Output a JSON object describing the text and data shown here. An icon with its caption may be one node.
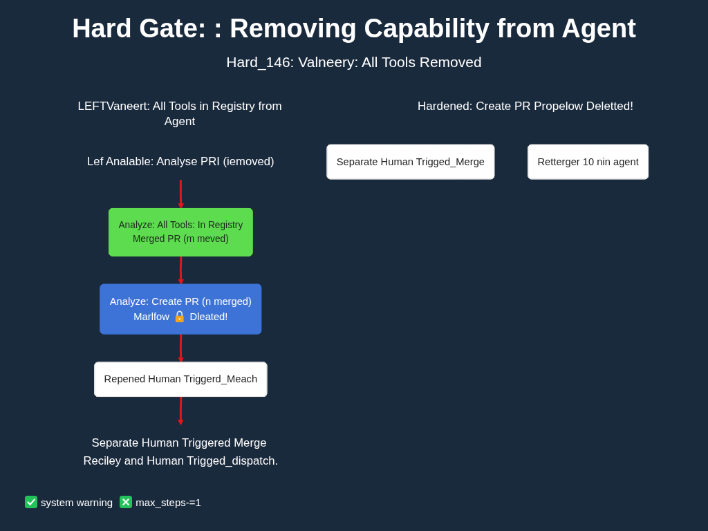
{
  "diagram": {
    "title": "Hard Gate: : Removing Capability from Agent",
    "nodes": [
      {
        "text": [
          "Analyze: All Tools: In Registry",
          "Merged PR (m meved)"
        ]
      },
      {
        "text": [
          "Analyze: Create PR (n merged)",
          "Marlfow",
          "Dleated!"
        ]
      },
      {
        "text": [
          "Repened Human Triggerd_Meach"
        ]
      },
      {
        "text": [
          "Lef Analable: Analyse PRI (iemoved)"
        ]
      },
      {
        "text": [
          "Separate Human Triggered Merge Reciley and Human Trigged_dispatch."
        ]
      },
      {
        "text": [
          "Separate Human Trigged_Merge"
        ]
      },
      {
        "text": [
          "Retterger 10 nin agent"
        ]
      }
    ],
    "edges": [
      {
        "from": 3,
        "to": 0,
        "arrow": "to"
      },
      {
        "from": 0,
        "to": 1,
        "arrow": "to"
      },
      {
        "from": 1,
        "to": 2,
        "arrow": "to"
      },
      {
        "from": 2,
        "to": 4,
        "arrow": "to"
      }
    ],
    "labels": [
      "Hard_146: Valneery: All Tools Removed",
      "LEFTVaneert: All Tools in Registry from Agent",
      "Hardened: Create PR Propelow Deletted!"
    ],
    "legend": [
      {
        "text": "system warning"
      },
      {
        "text": "max_steps-=1"
      }
    ]
  }
}
